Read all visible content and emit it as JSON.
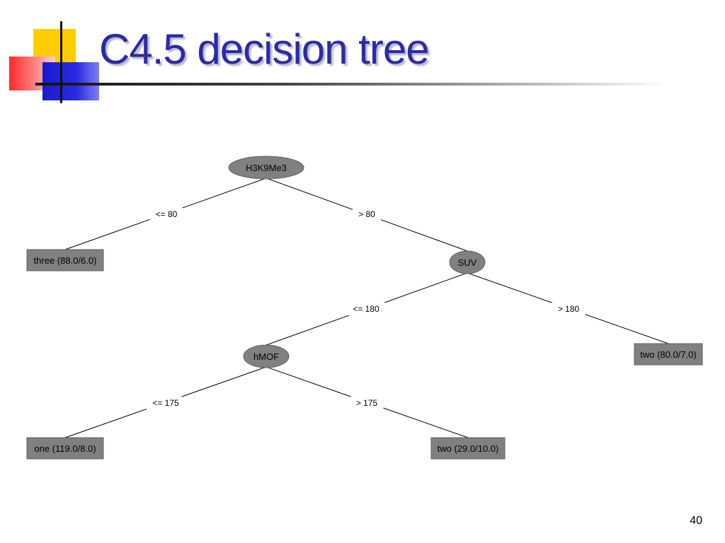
{
  "slide": {
    "title": "C4.5 decision tree",
    "page_number": "40"
  },
  "tree": {
    "nodes": [
      {
        "id": "n0",
        "kind": "decision",
        "label": "H3K9Me3"
      },
      {
        "id": "n1",
        "kind": "leaf",
        "label": "three (88.0/6.0)"
      },
      {
        "id": "n2",
        "kind": "decision",
        "label": "SUV"
      },
      {
        "id": "n3",
        "kind": "decision",
        "label": "hMOF"
      },
      {
        "id": "n4",
        "kind": "leaf",
        "label": "two (80.0/7.0)"
      },
      {
        "id": "n5",
        "kind": "leaf",
        "label": "one (119.0/8.0)"
      },
      {
        "id": "n6",
        "kind": "leaf",
        "label": "two (29.0/10.0)"
      }
    ],
    "edges": [
      {
        "from": "n0",
        "to": "n1",
        "label": "<= 80"
      },
      {
        "from": "n0",
        "to": "n2",
        "label": "> 80"
      },
      {
        "from": "n2",
        "to": "n3",
        "label": "<= 180"
      },
      {
        "from": "n2",
        "to": "n4",
        "label": "> 180"
      },
      {
        "from": "n3",
        "to": "n5",
        "label": "<= 175"
      },
      {
        "from": "n3",
        "to": "n6",
        "label": "> 175"
      }
    ]
  },
  "colors": {
    "node_fill": "#808080",
    "node_stroke": "#606060",
    "edge": "#000000"
  }
}
